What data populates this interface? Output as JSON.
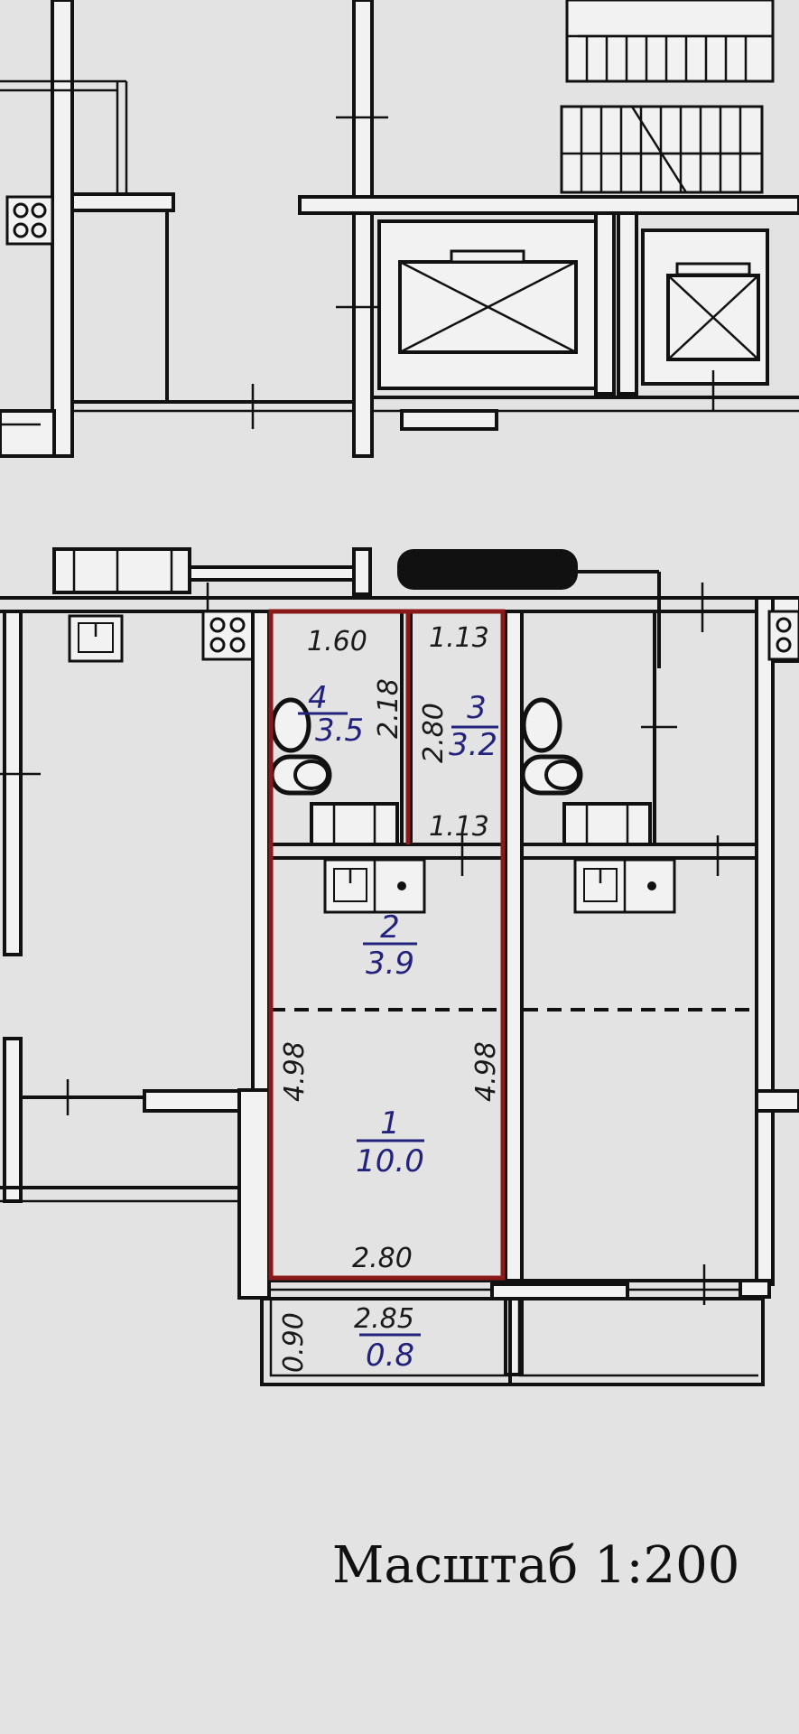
{
  "dimensions": {
    "bath_width": "1.60",
    "bath_height": "2.18",
    "hall_width_top": "1.13",
    "hall_width_bottom": "1.13",
    "hall_height": "2.80",
    "room_left_height": "4.98",
    "room_right_height": "4.98",
    "room_width": "2.80",
    "balcony_width": "2.85",
    "balcony_depth": "0.90"
  },
  "rooms": [
    {
      "number": "4",
      "area": "3.5"
    },
    {
      "number": "3",
      "area": "3.2"
    },
    {
      "number": "2",
      "area": "3.9"
    },
    {
      "number": "1",
      "area": "10.0"
    },
    {
      "number": "",
      "area": "0.8"
    }
  ],
  "scale_label": "Масштаб 1:200",
  "colors": {
    "outline": "#8a1a1a",
    "room_label": "#23237e",
    "background": "#e3e3e3"
  },
  "icons": [
    "sink-icon",
    "stove-icon",
    "toilet-icon",
    "elevator-icon"
  ]
}
